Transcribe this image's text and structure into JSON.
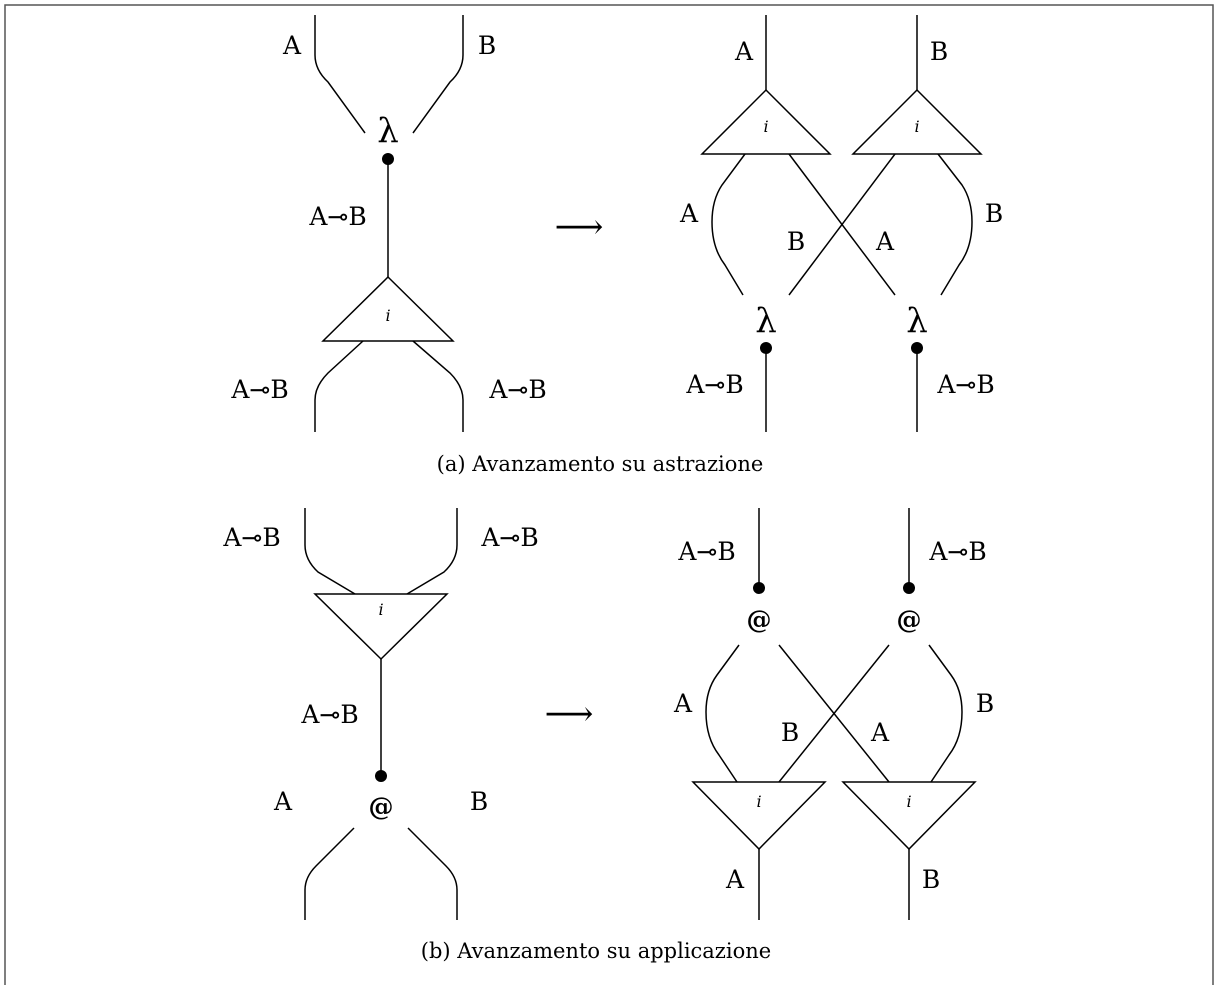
{
  "label_A": "A",
  "label_B": "B",
  "label_lolli": "A⊸B",
  "lambda_symbol": "λ",
  "app_symbol": "@",
  "index_label": "i",
  "arrow_glyph": "⟶",
  "captions": {
    "a": "(a)  Avanzamento su astrazione",
    "b": "(b)  Avanzamento su applicazione"
  }
}
